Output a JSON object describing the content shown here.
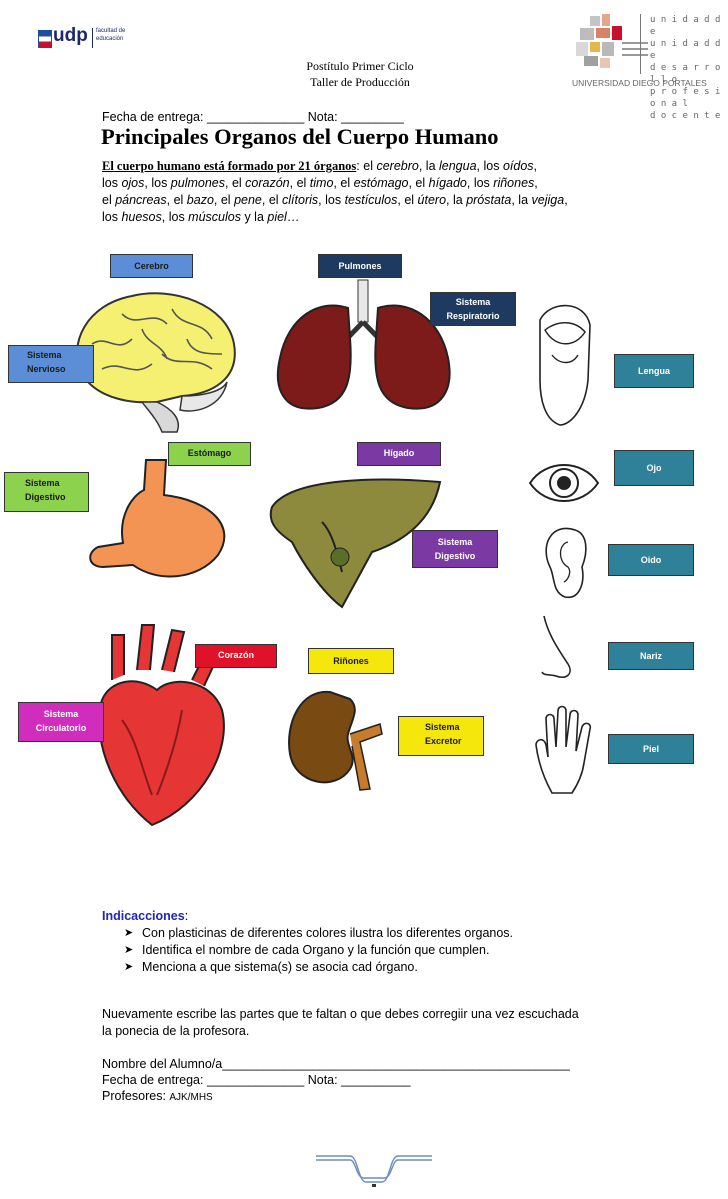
{
  "header": {
    "udp_logo_text": "udp",
    "udp_logo_sub1": "facultad de",
    "udp_logo_sub2": "educación",
    "course_line1": "Postítulo Primer Ciclo",
    "course_line2": "Taller  de Producción",
    "unit_lines": [
      "u n i d a d   d e",
      "u n i d a d   d e",
      "d e s a r r o l l o",
      "p r o f e s i o n a l",
      "d o c e n t e"
    ],
    "university": "UNIVERSIDAD  DIEGO  PORTALES"
  },
  "doc": {
    "fecha_line": "Fecha de entrega: ______________ Nota: _________",
    "title": "Principales Organos del Cuerpo Humano",
    "intro_bold": "El cuerpo humano está formado por 21 órganos",
    "intro_rest_1": ": el ",
    "intro_line1": [
      "cerebro",
      ", la ",
      "lengua",
      ", los ",
      "oídos",
      ","
    ],
    "intro_line2": [
      "los ",
      "ojos",
      ", los ",
      "pulmones",
      ", el ",
      "corazón",
      ", el ",
      "timo",
      ", el ",
      "estómago",
      ", el ",
      "hígado",
      ", los ",
      "riñones",
      ","
    ],
    "intro_line3": [
      "el ",
      "páncreas",
      ", el ",
      "bazo",
      ", el ",
      "pene",
      ", el ",
      "clítoris",
      ", los ",
      "testículos",
      ", el ",
      "útero",
      ", la ",
      "próstata",
      ", la ",
      "vejiga",
      ","
    ],
    "intro_line4": [
      "los ",
      "huesos",
      ", los ",
      "músculos",
      " y la ",
      "piel",
      "…"
    ]
  },
  "labels": {
    "cerebro": "Cerebro",
    "pulmones": "Pulmones",
    "sis_resp_1": "Sistema",
    "sis_resp_2": "Respiratorio",
    "sis_nerv_1": "Sistema",
    "sis_nerv_2": "Nervioso",
    "lengua": "Lengua",
    "estomago": "Estómago",
    "higado": "Hígado",
    "ojo": "Ojo",
    "sis_dig_1": "Sistema",
    "sis_dig_2": "Digestivo",
    "sis_dig2_1": "Sistema",
    "sis_dig2_2": "Digestivo",
    "oido": "Oido",
    "corazon": "Corazón",
    "rinones": "Riñones",
    "nariz": "Nariz",
    "sis_circ_1": "Sistema",
    "sis_circ_2": "Circulatorio",
    "sis_exc_1": "Sistema",
    "sis_exc_2": "Excretor",
    "piel": "Piel"
  },
  "instructions": {
    "heading": "Indicacciones",
    "colon": ":",
    "items": [
      "Con plasticinas de diferentes colores ilustra los diferentes organos.",
      "Identifica el nombre de cada Organo y la función que cumplen.",
      "Menciona a que sistema(s) se asocia cad órgano."
    ],
    "para_line1": "Nuevamente escribe las partes que te faltan o que debes corregiir una vez escuchada",
    "para_line2": "la ponecia de la profesora.",
    "nombre": "Nombre del  Alumno/a__________________________________________________",
    "fecha2": "Fecha de entrega: ______________ Nota: __________",
    "profesores_label": "Profesores: ",
    "profesores_value": "AJK/MHS"
  }
}
